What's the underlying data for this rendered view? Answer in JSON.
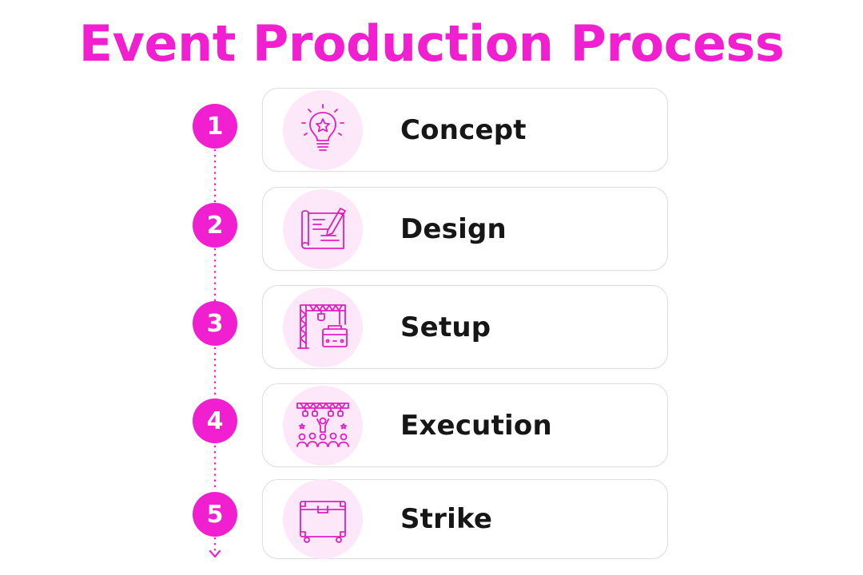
{
  "title": "Event Production Process",
  "colors": {
    "accent": "#f01fd0",
    "icon_bg": "#fde8f9",
    "text": "#161616",
    "card_border": "#dedede"
  },
  "steps": [
    {
      "number": "1",
      "label": "Concept",
      "icon": "lightbulb-star-icon"
    },
    {
      "number": "2",
      "label": "Design",
      "icon": "blueprint-pencil-icon"
    },
    {
      "number": "3",
      "label": "Setup",
      "icon": "truss-road-case-icon"
    },
    {
      "number": "4",
      "label": "Execution",
      "icon": "stage-crowd-icon"
    },
    {
      "number": "5",
      "label": "Strike",
      "icon": "road-case-icon"
    }
  ]
}
